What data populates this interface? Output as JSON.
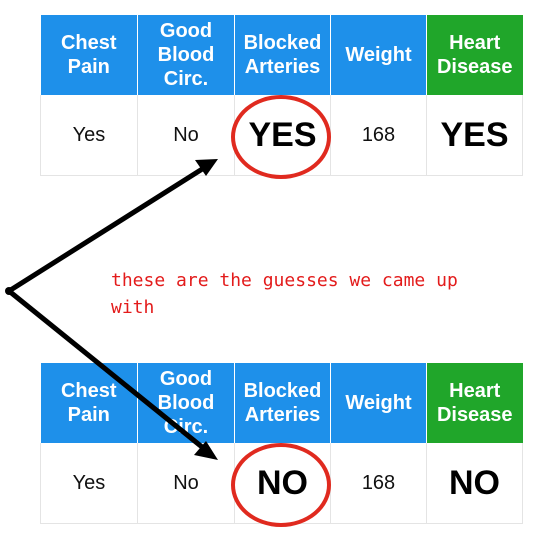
{
  "tables": [
    {
      "headers": [
        "Chest\nPain",
        "Good\nBlood\nCirc.",
        "Blocked\nArteries",
        "Weight",
        "Heart\nDisease"
      ],
      "row": [
        "Yes",
        "No",
        "YES",
        "168",
        "YES"
      ]
    },
    {
      "headers": [
        "Chest\nPain",
        "Good\nBlood\nCirc.",
        "Blocked\nArteries",
        "Weight",
        "Heart\nDisease"
      ],
      "row": [
        "Yes",
        "No",
        "NO",
        "168",
        "NO"
      ]
    }
  ],
  "annotation": "these are the guesses we came up with",
  "colors": {
    "header_blue": "#1e90ea",
    "header_green": "#20a62a",
    "circle_red": "#e02a1f",
    "text_red": "#e31b1b"
  }
}
